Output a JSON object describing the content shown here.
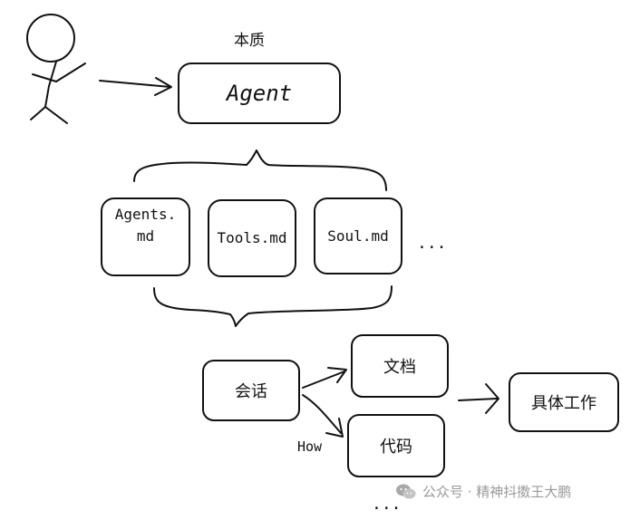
{
  "diagram": {
    "top_label": "本质",
    "agent_box": "Agent",
    "files": [
      {
        "label": "Agents.\nmd",
        "line1": "Agents.",
        "line2": "md"
      },
      {
        "label": "Tools.md"
      },
      {
        "label": "Soul.md"
      }
    ],
    "files_more": "...",
    "conversation": "会话",
    "document": "文档",
    "code": "代码",
    "how_label": "How",
    "bottom_more": "...",
    "result": "具体工作"
  },
  "watermark": {
    "text": "公众号 · 精神抖擞王大鹏",
    "icon": "wechat-icon"
  },
  "colors": {
    "stroke": "#111111",
    "background": "#ffffff",
    "watermark": "#9a9a9a"
  }
}
